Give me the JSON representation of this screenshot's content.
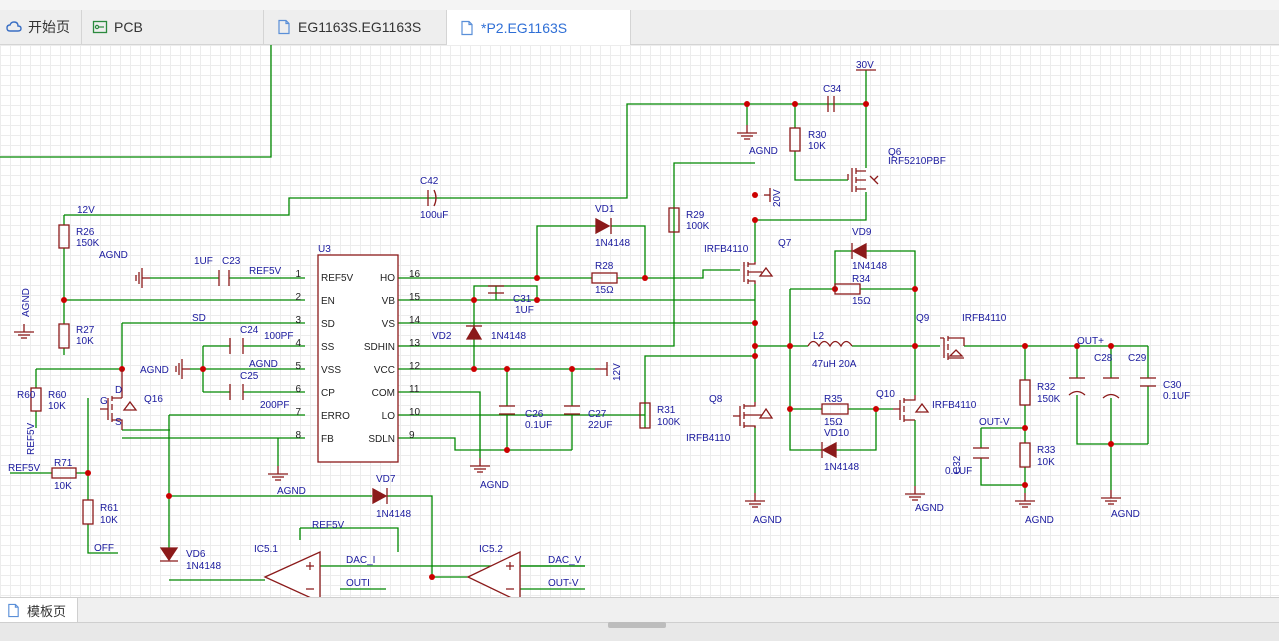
{
  "tabs": [
    {
      "label": "开始页",
      "icon": "cloud-icon"
    },
    {
      "label": "PCB",
      "icon": "pcb-icon"
    },
    {
      "label": "EG1163S.EG1163S",
      "icon": "document-icon"
    },
    {
      "label": "*P2.EG1163S",
      "icon": "document-icon",
      "active": true
    }
  ],
  "sheet_tab": {
    "label": "模板页"
  },
  "schematic": {
    "ic": {
      "ref": "U3",
      "pins_left": [
        {
          "num": "1",
          "name": "REF5V"
        },
        {
          "num": "2",
          "name": "EN"
        },
        {
          "num": "3",
          "name": "SD"
        },
        {
          "num": "4",
          "name": "SS"
        },
        {
          "num": "5",
          "name": "VSS"
        },
        {
          "num": "6",
          "name": "CP"
        },
        {
          "num": "7",
          "name": "ERRO"
        },
        {
          "num": "8",
          "name": "FB"
        }
      ],
      "pins_right": [
        {
          "num": "16",
          "name": "HO"
        },
        {
          "num": "15",
          "name": "VB"
        },
        {
          "num": "14",
          "name": "VS"
        },
        {
          "num": "13",
          "name": "SDHIN"
        },
        {
          "num": "12",
          "name": "VCC"
        },
        {
          "num": "11",
          "name": "COM"
        },
        {
          "num": "10",
          "name": "LO"
        },
        {
          "num": "9",
          "name": "SDLN"
        }
      ]
    },
    "nets": {
      "v30": "30V",
      "v12": "12V",
      "v20": "20V",
      "v12b": "12V",
      "sd": "SD",
      "ref5v_a": "REF5V",
      "ref5v_b": "REF5V",
      "ref5v_c": "REF5V",
      "ref5v_d": "REF5V",
      "agnd_vert": "AGND",
      "outp": "OUT+",
      "outv": "OUT-V",
      "off": "OFF",
      "dacj": "DAC_I",
      "dacv": "DAC_V",
      "outi": "OUTI",
      "outvb": "OUT-V"
    },
    "agnd": [
      "AGND",
      "AGND",
      "AGND",
      "AGND",
      "AGND",
      "AGND",
      "AGND",
      "AGND",
      "AGND",
      "AGND",
      "AGND"
    ],
    "parts": {
      "c34": "C34",
      "r30": "R30",
      "r30v": "10K",
      "q6": "Q6",
      "q6v": "IRF5210PBF",
      "c42": "C42",
      "c42v": "100uF",
      "r26": "R26",
      "r26v": "150K",
      "r27": "R27",
      "r27v": "10K",
      "c23": "C23",
      "c23v": "1UF",
      "vd1": "VD1",
      "vd1v": "1N4148",
      "r28": "R28",
      "r28v": "15Ω",
      "r29": "R29",
      "r29v": "100K",
      "q7": "Q7",
      "q7v": "IRFB4110",
      "c31": "C31",
      "c31v": "1UF",
      "vd2": "VD2",
      "vd2v": "1N4148",
      "c24": "C24",
      "c24v": "100PF",
      "c25": "C25",
      "c25v": "200PF",
      "vd9": "VD9",
      "vd9v": "1N4148",
      "r34": "R34",
      "r34v": "15Ω",
      "q9": "Q9",
      "q9v": "IRFB4110",
      "l2": "L2",
      "l2v": "47uH 20A",
      "c26": "C26",
      "c26v": "0.1UF",
      "c27": "C27",
      "c27v": "22UF",
      "r31": "R31",
      "r31v": "100K",
      "q8": "Q8",
      "q8v": "IRFB4110",
      "r35": "R35",
      "r35v": "15Ω",
      "vd10": "VD10",
      "vd10v": "1N4148",
      "q10": "Q10",
      "q10v": "IRFB4110",
      "r32": "R32",
      "r32v": "150K",
      "r33": "R33",
      "r33v": "10K",
      "c28": "C28",
      "c29": "C29",
      "c30": "C30",
      "c30v": "0.1UF",
      "c32": "C32",
      "c32v": "0.1UF",
      "r60": "R60",
      "r60v": "10K",
      "q16": "Q16",
      "r71": "R71",
      "r71v": "10K",
      "r61": "R61",
      "r61v": "10K",
      "vd7": "VD7",
      "vd7v": "1N4148",
      "vd6": "VD6",
      "vd6v": "1N4148",
      "ic51": "IC5.1",
      "ic52": "IC5.2",
      "q16d": "D",
      "q16g": "G",
      "q16s": "S"
    }
  },
  "colors": {
    "wire": "#008800",
    "part": "#8b1a1a",
    "label": "#1a1a9e",
    "junction": "#cc0000",
    "ic_fill": "#ffffff"
  }
}
